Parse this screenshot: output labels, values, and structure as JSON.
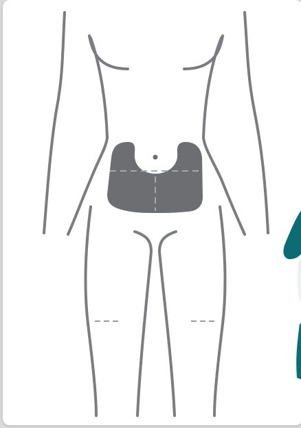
{
  "figure": {
    "type": "injection-site-diagram",
    "outline_color": "#7b7c80",
    "zone_color": "#6d6e72",
    "guide_color": "#a7a8ab",
    "background": "#ffffff"
  },
  "injection_zone": {
    "region": "abdomen",
    "quadrants": 4,
    "excludes": "navel area"
  },
  "thigh_markers": [
    "left-thigh-marker",
    "right-thigh-marker"
  ]
}
